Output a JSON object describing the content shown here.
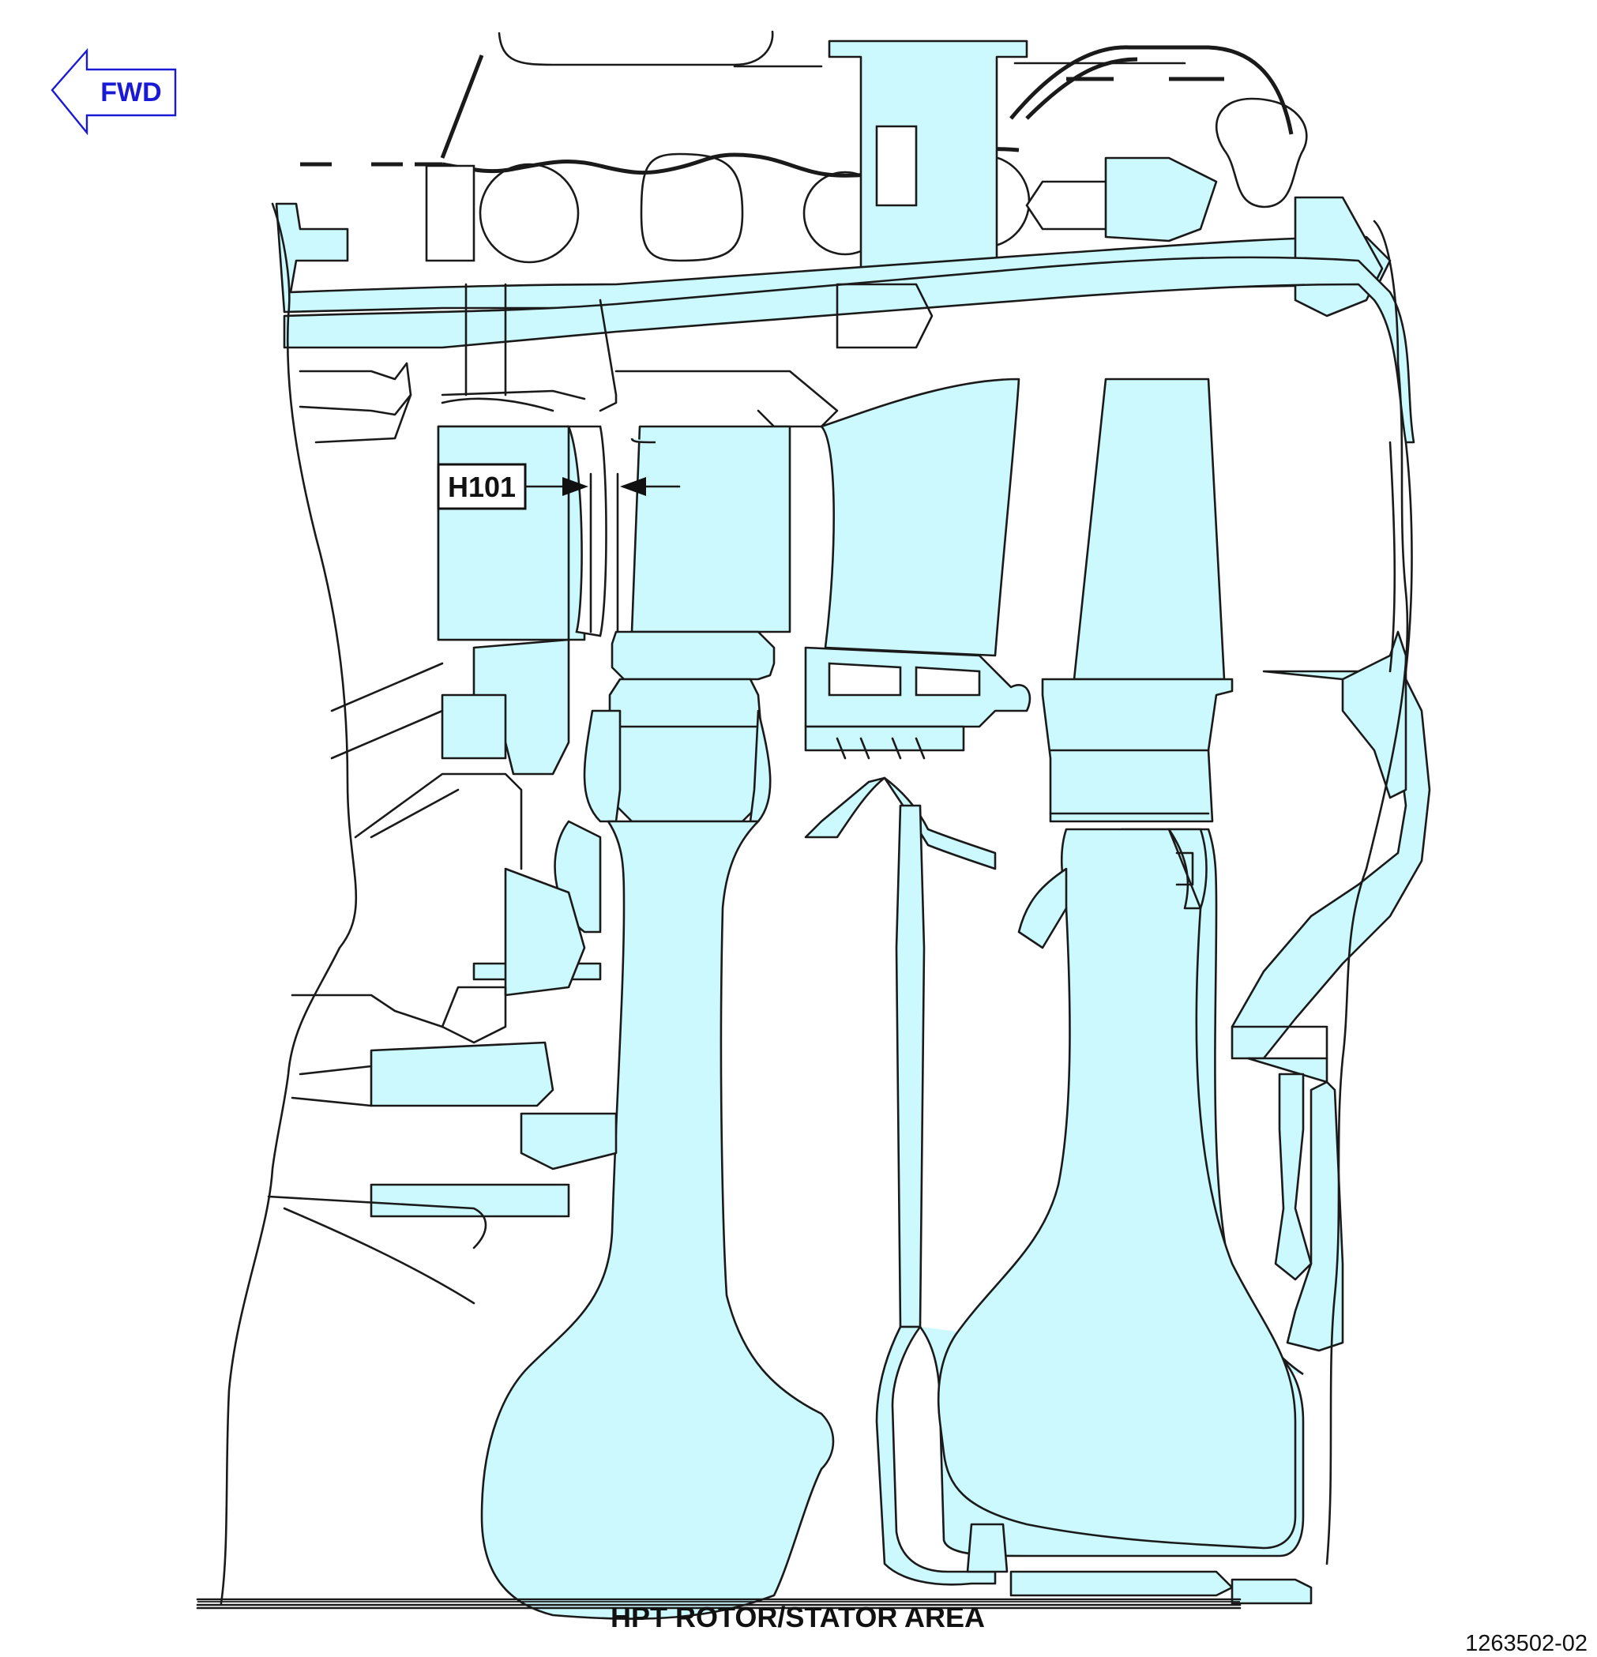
{
  "figure": {
    "direction_label": "FWD",
    "callout_label": "H101",
    "caption": "HPT ROTOR/STATOR AREA",
    "figure_number": "1263502-02"
  },
  "colors": {
    "part_fill": "#ccf9fd",
    "outline": "#1a1a1a",
    "fwd_arrow": "#1a1ad6"
  }
}
